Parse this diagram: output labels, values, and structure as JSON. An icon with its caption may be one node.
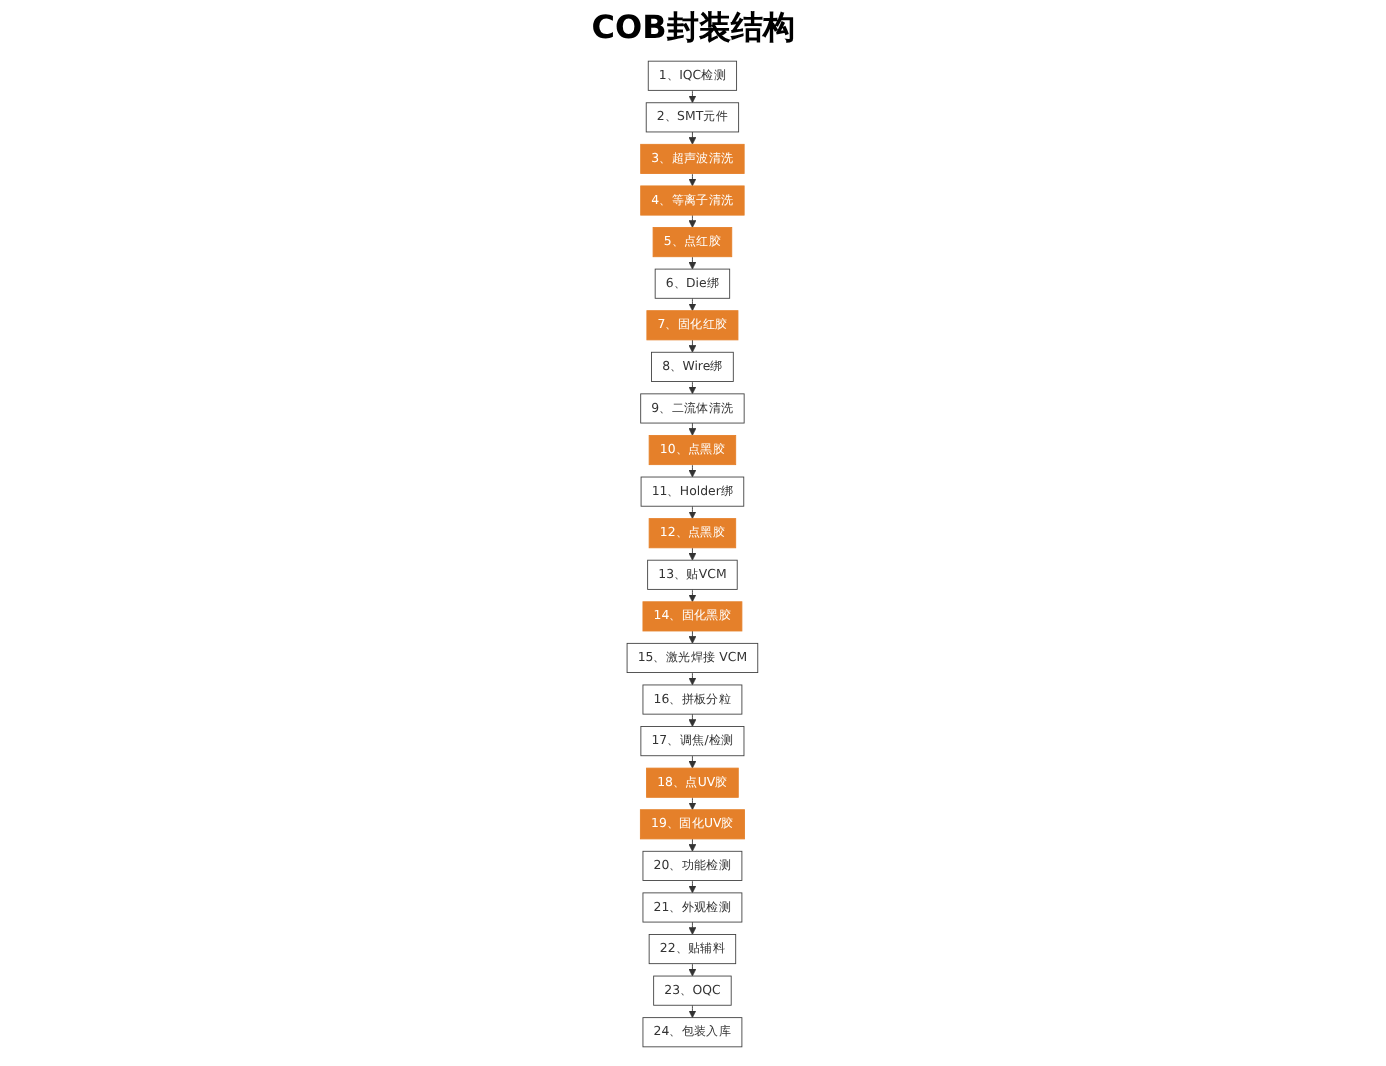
{
  "diagram": {
    "title": "COB封装结构",
    "nodes": [
      {
        "text": [
          "1、IQC检测"
        ]
      },
      {
        "text": [
          "2、SMT元件"
        ]
      },
      {
        "text": [
          "3、超声波清洗"
        ]
      },
      {
        "text": [
          "4、等离子清洗"
        ]
      },
      {
        "text": [
          "5、点红胶"
        ]
      },
      {
        "text": [
          "6、Die绑"
        ]
      },
      {
        "text": [
          "7、固化红胶"
        ]
      },
      {
        "text": [
          "8、Wire绑"
        ]
      },
      {
        "text": [
          "9、二流体清洗"
        ]
      },
      {
        "text": [
          "10、点黑胶"
        ]
      },
      {
        "text": [
          "11、Holder绑"
        ]
      },
      {
        "text": [
          "12、点黑胶"
        ]
      },
      {
        "text": [
          "13、贴VCM"
        ]
      },
      {
        "text": [
          "14、固化黑胶"
        ]
      },
      {
        "text": [
          "15、激光焊接 VCM"
        ]
      },
      {
        "text": [
          "16、拼板分粒"
        ]
      },
      {
        "text": [
          "17、调焦/检测"
        ]
      },
      {
        "text": [
          "18、点UV胶"
        ]
      },
      {
        "text": [
          "19、固化UV胶"
        ]
      },
      {
        "text": [
          "20、功能检测"
        ]
      },
      {
        "text": [
          "21、外观检测"
        ]
      },
      {
        "text": [
          "22、贴辅料"
        ]
      },
      {
        "text": [
          "23、OQC"
        ]
      },
      {
        "text": [
          "24、包装入库"
        ]
      }
    ],
    "edges": [
      {
        "from": 0,
        "to": 1,
        "arrow": "to"
      },
      {
        "from": 1,
        "to": 2,
        "arrow": "to"
      },
      {
        "from": 2,
        "to": 3,
        "arrow": "to"
      },
      {
        "from": 3,
        "to": 4,
        "arrow": "to"
      },
      {
        "from": 4,
        "to": 5,
        "arrow": "to"
      },
      {
        "from": 5,
        "to": 6,
        "arrow": "to"
      },
      {
        "from": 6,
        "to": 7,
        "arrow": "to"
      },
      {
        "from": 7,
        "to": 8,
        "arrow": "to"
      },
      {
        "from": 8,
        "to": 9,
        "arrow": "to"
      },
      {
        "from": 9,
        "to": 10,
        "arrow": "to"
      },
      {
        "from": 10,
        "to": 11,
        "arrow": "to"
      },
      {
        "from": 11,
        "to": 12,
        "arrow": "to"
      },
      {
        "from": 12,
        "to": 13,
        "arrow": "to"
      },
      {
        "from": 13,
        "to": 14,
        "arrow": "to"
      },
      {
        "from": 14,
        "to": 15,
        "arrow": "to"
      },
      {
        "from": 15,
        "to": 16,
        "arrow": "to"
      },
      {
        "from": 16,
        "to": 17,
        "arrow": "to"
      },
      {
        "from": 17,
        "to": 18,
        "arrow": "to"
      },
      {
        "from": 18,
        "to": 19,
        "arrow": "to"
      },
      {
        "from": 19,
        "to": 20,
        "arrow": "to"
      },
      {
        "from": 20,
        "to": 21,
        "arrow": "to"
      },
      {
        "from": 21,
        "to": 22,
        "arrow": "to"
      },
      {
        "from": 22,
        "to": 23,
        "arrow": "to"
      }
    ]
  }
}
